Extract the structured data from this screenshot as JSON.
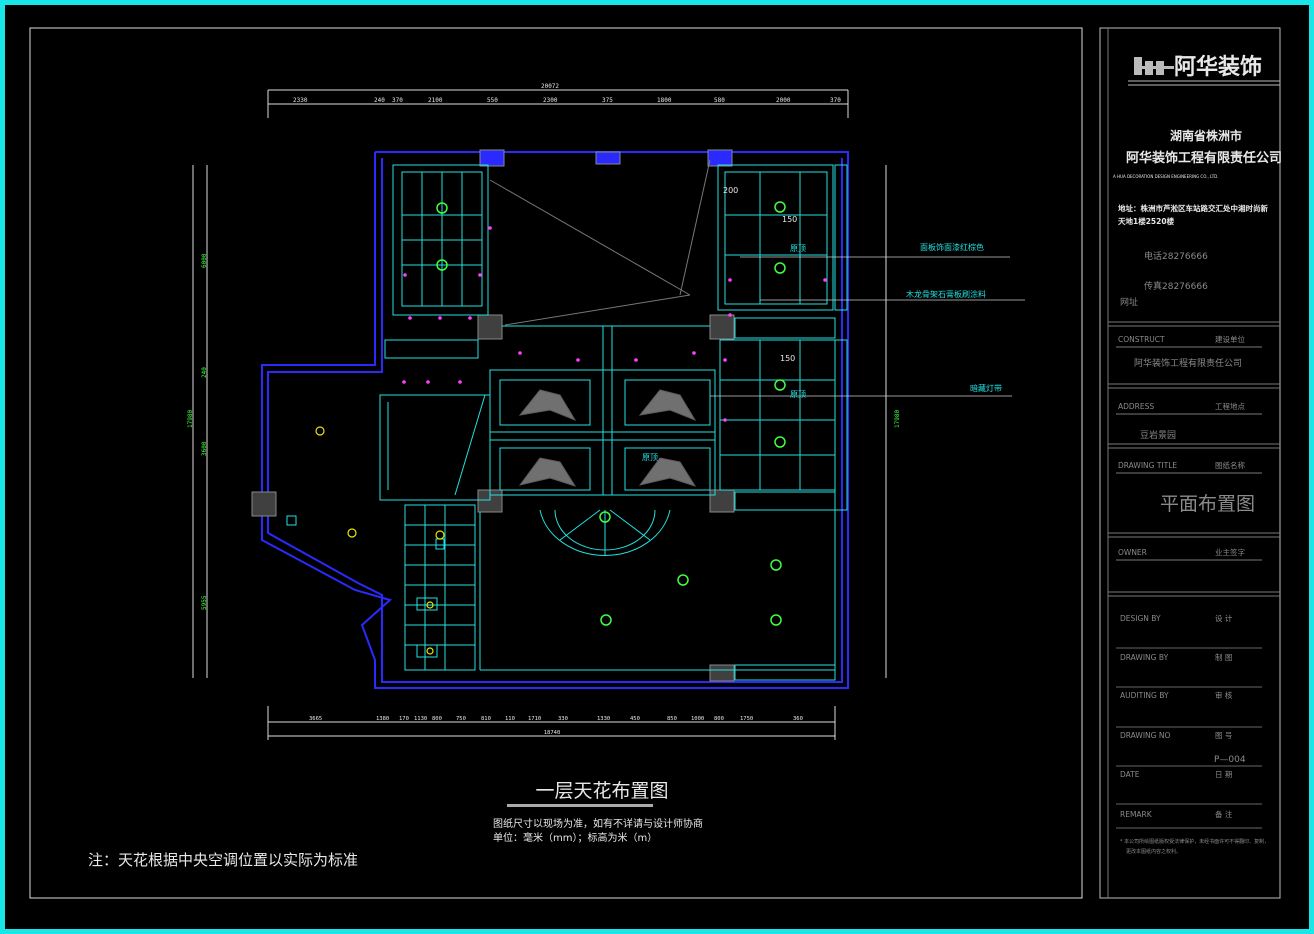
{
  "drawing": {
    "title": "一层天花布置图",
    "notes": [
      "图纸尺寸以现场为准，如有不详请与设计师协商",
      "单位：毫米（mm）；标高为米（m）"
    ],
    "remark": "注：天花根据中央空调位置以实际为标准",
    "callouts": [
      "面板饰面漆红棕色",
      "木龙骨架石膏板刷涂料",
      "暗藏灯带"
    ],
    "ceiling_labels": [
      "原顶",
      "原顶",
      "原顶"
    ],
    "level_values": [
      "150",
      "150",
      "200"
    ],
    "dimensions_top": [
      "20072",
      "2330",
      "240",
      "370",
      "2100",
      "550",
      "2300",
      "375",
      "1800",
      "580",
      "2000",
      "370"
    ],
    "dimensions_bottom": [
      "18740",
      "3665",
      "1380",
      "170",
      "1130",
      "800",
      "750",
      "810",
      "110",
      "1710",
      "330",
      "1330",
      "450",
      "850",
      "1000",
      "800",
      "1750",
      "360"
    ],
    "dimensions_left": [
      "6000",
      "3600",
      "5955",
      "240",
      "17980"
    ],
    "dimensions_right": [
      "17980"
    ]
  },
  "title_block": {
    "logo_text": "阿华装饰",
    "company_region": "湖南省株洲市",
    "company_name": "阿华装饰工程有限责任公司",
    "company_english": "A HUA DECORATION DESIGN ENGINEERING CO., LTD.",
    "address_line1": "地址：株洲市芦淞区车站路交汇处中湘时尚新",
    "address_line2": "天地1楼2520楼",
    "phone": "电话28276666",
    "fax": "传真28276666",
    "website": "网址",
    "rows": [
      {
        "en": "CONSTRUCT",
        "cn": "建设单位",
        "value": "阿华装饰工程有限责任公司"
      },
      {
        "en": "ADDRESS",
        "cn": "工程地点",
        "value": "豆岩景园"
      },
      {
        "en": "DRAWING  TITLE",
        "cn": "图纸名称",
        "value": "平面布置图"
      },
      {
        "en": "OWNER",
        "cn": "业主签字",
        "value": ""
      }
    ],
    "sign_rows": [
      {
        "en": "DESIGN  BY",
        "cn": "设    计",
        "value": ""
      },
      {
        "en": "DRAWING  BY",
        "cn": "制    图",
        "value": ""
      },
      {
        "en": "AUDITING  BY",
        "cn": "审    核",
        "value": ""
      },
      {
        "en": "DRAWING  NO",
        "cn": "图    号",
        "value": "P—004"
      },
      {
        "en": "DATE",
        "cn": "日    期",
        "value": ""
      },
      {
        "en": "REMARK",
        "cn": "备    注",
        "value": ""
      }
    ],
    "footnote_line1": "* 本公司所绘图纸版权受法律保护，未经书面许可不得翻印、复制，",
    "footnote_line2": "更改本图纸内容之权利。"
  },
  "colors": {
    "frame": "#19e6e6",
    "wall": "#2a2aff",
    "fixture": "#24e0e0",
    "light": "#3fff3f",
    "marker": "#ff40ff",
    "text": "#e8e8e8"
  }
}
